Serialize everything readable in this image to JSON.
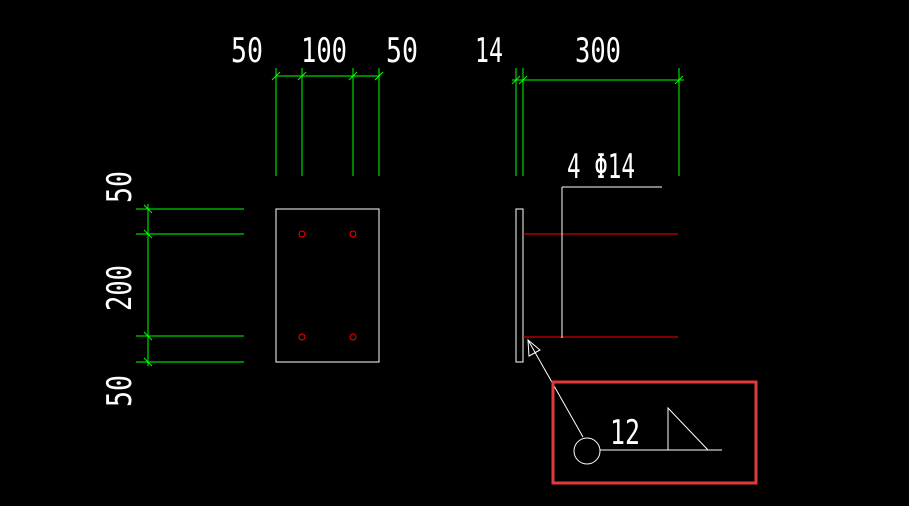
{
  "colors": {
    "background": "#000000",
    "dimension": "#00ff00",
    "outline": "#ffffff",
    "rebar": "#ff0000",
    "highlight": "#e0393e"
  },
  "dimensions": {
    "top_left": [
      "50",
      "100",
      "50"
    ],
    "top_right": [
      "14",
      "300"
    ],
    "left_vertical": [
      "50",
      "200",
      "50"
    ]
  },
  "rebar_label": "4 Φ14",
  "weld_symbol": {
    "size": "12"
  }
}
